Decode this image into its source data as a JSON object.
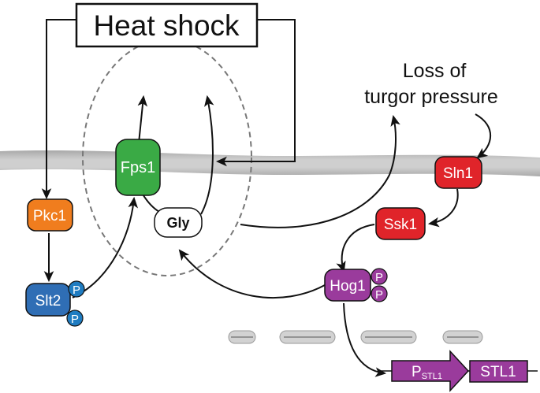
{
  "labels": {
    "heat_shock": "Heat shock",
    "loss_line1": "Loss of",
    "loss_line2": "turgor pressure",
    "fps1": "Fps1",
    "gly": "Gly",
    "pkc1": "Pkc1",
    "slt2": "Slt2",
    "sln1": "Sln1",
    "ssk1": "Ssk1",
    "hog1": "Hog1",
    "phospho": "P",
    "promoter_main": "P",
    "promoter_sub": "STL1",
    "gene": "STL1"
  },
  "colors": {
    "membrane": "#c8c8c8",
    "fps1": "#3aaa45",
    "pkc1": "#f07d1e",
    "slt2": "#2f6eb5",
    "phospho": "#1f7cc1",
    "sln1": "#e0242a",
    "ssk1": "#e0242a",
    "hog1": "#9a3b9c",
    "hog1_phospho": "#9a3b9c",
    "promoter": "#9a3b9c",
    "gene": "#9a3b9c",
    "gly": "#ffffff"
  }
}
